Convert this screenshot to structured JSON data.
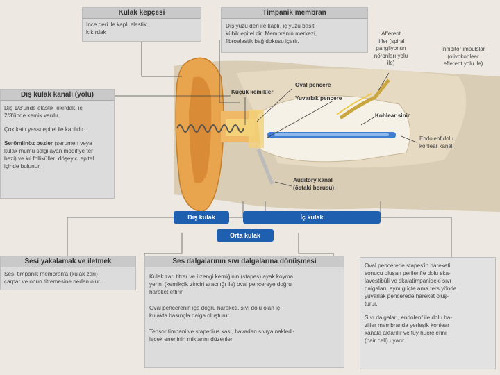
{
  "boxes": {
    "kulak_kepcesi": {
      "title": "Kulak kepçesi",
      "text": "İnce deri ile kaplı elastik\nkıkırdak"
    },
    "timpanik": {
      "title": "Timpanik membran",
      "text": "Dış yüzü deri ile kaplı, iç yüzü basit\nkübik epitel dir. Membranın merkezi,\nfibroelastik bağ dokusu içerir."
    },
    "dis_kulak_kanali": {
      "title": "Dış kulak kanalı (yolu)",
      "text1": "Dış 1/3'ünde elastik kıkırdak, iç\n2/3'ünde kemik vardır.",
      "text2": "Çok katlı yassı epitel ile kaplıdır.",
      "bold": "Serömiinöz bezler",
      "text3": " (serumen veya\nkulak mumu salgılayan modifiye ter\nbezi) ve kıl folliküllerı döşeyici epitel\niçinde bulunur."
    },
    "sesi": {
      "title": "Sesi yakalamak ve iletmek",
      "text": "Ses, timpanik membran'a (kulak zarı)\nçarpar ve onun titremesine neden olur."
    },
    "ses_dalga": {
      "title": "Ses dalgalarının sıvı dalgalarına dönüşmesi",
      "p1": "Kulak zarı titrer ve üzengi kemiğinin (stapes) ayak koyma\nyerini (kemikçik zinciri aracılığı ile) oval pencereye doğru\nhareket ettirir.",
      "p2": "Oval pencerenin içe doğru hareketi, sıvı dolu olan iç\nkulakta basınçla dalga oluşturur.",
      "p3": "Tensor timpani ve stapedius kası, havadan sıvıya nakledi-\nlecek enerjinin miktarını düzenler."
    },
    "oval": {
      "p1": "Oval pencerede stapes'in hareketi\nsonucu oluşan perilenfle dolu ska-\nlavestibüli ve skalatimpanideki sıvı\ndalgaları, aynı güçte ama ters yönde\nyuvarlak pencerede hareket oluş-\nturur.",
      "p2": "Sıvı dalgaları, endolenf ile dolu ba-\nziller membranda yerleşik kohlear\nkanala aktarılır ve tüy hücrelerini\n(hair cell) uyarır."
    }
  },
  "labels": {
    "afferent": "Afferent\nlifler (spiral\ngangliyonun\nnöronları yolu\nile)",
    "inhibitor": "İnhibitör impulslar\n(olivokohlear\nefferent yolu ile)",
    "kucuk_kemikler": "Küçük kemikler",
    "oval_pencere": "Oval pencere",
    "yuvarlak_pencere": "Yuvarlak pencere",
    "kohlear_sinir": "Kohlear sinir",
    "endolenf": "Endolenf dolu\nkohlear kanal",
    "auditory": "Auditory kanal\n(östaki borusu)"
  },
  "bars": {
    "dis_kulak": "Dış kulak",
    "ic_kulak": "İç kulak",
    "orta_kulak": "Orta kulak"
  },
  "colors": {
    "bar_blue": "#1f5fb0",
    "ear_orange": "#e9a44e",
    "tube_blue": "#3f7fd1",
    "header_gray": "#c9c9c9"
  }
}
